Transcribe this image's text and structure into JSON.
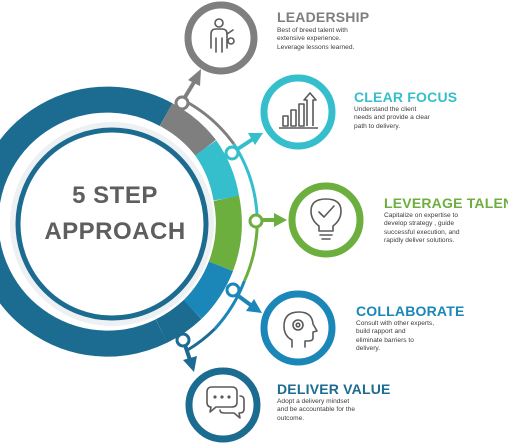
{
  "hub": {
    "line1": "5 STEP",
    "line2": "APPROACH"
  },
  "colors": {
    "gray": "#7f7f7f",
    "teal": "#35bfcc",
    "green": "#6caf3f",
    "blue": "#1b86b8",
    "navy": "#1c6b91",
    "ring_light": "#f2f4f5"
  },
  "steps": [
    {
      "title": "LEADERSHIP",
      "description": [
        "Best of breed talent with",
        "extensive experience.",
        "Leverage lessons learned."
      ],
      "color": "#7f7f7f",
      "icon": "leader-person-icon"
    },
    {
      "title": "CLEAR FOCUS",
      "description": [
        "Understand the client",
        "needs and provide a clear",
        "path to delivery."
      ],
      "color": "#35bfcc",
      "icon": "bar-chart-arrow-icon"
    },
    {
      "title": "LEVERAGE TALENT",
      "description": [
        "Capitalize on expertise to",
        "develop strategy , guide",
        "successful execution, and",
        "rapidly deliver solutions."
      ],
      "color": "#6caf3f",
      "icon": "lightbulb-check-icon"
    },
    {
      "title": "COLLABORATE",
      "description": [
        "Consult with other experts,",
        "build rapport and",
        "eliminate barriers to",
        "delivery."
      ],
      "color": "#1b86b8",
      "icon": "head-gear-icon"
    },
    {
      "title": "DELIVER VALUE",
      "description": [
        "Adopt a delivery mindset",
        "and be accountable for the",
        "outcome."
      ],
      "color": "#1c6b91",
      "icon": "chat-bubbles-icon"
    }
  ]
}
